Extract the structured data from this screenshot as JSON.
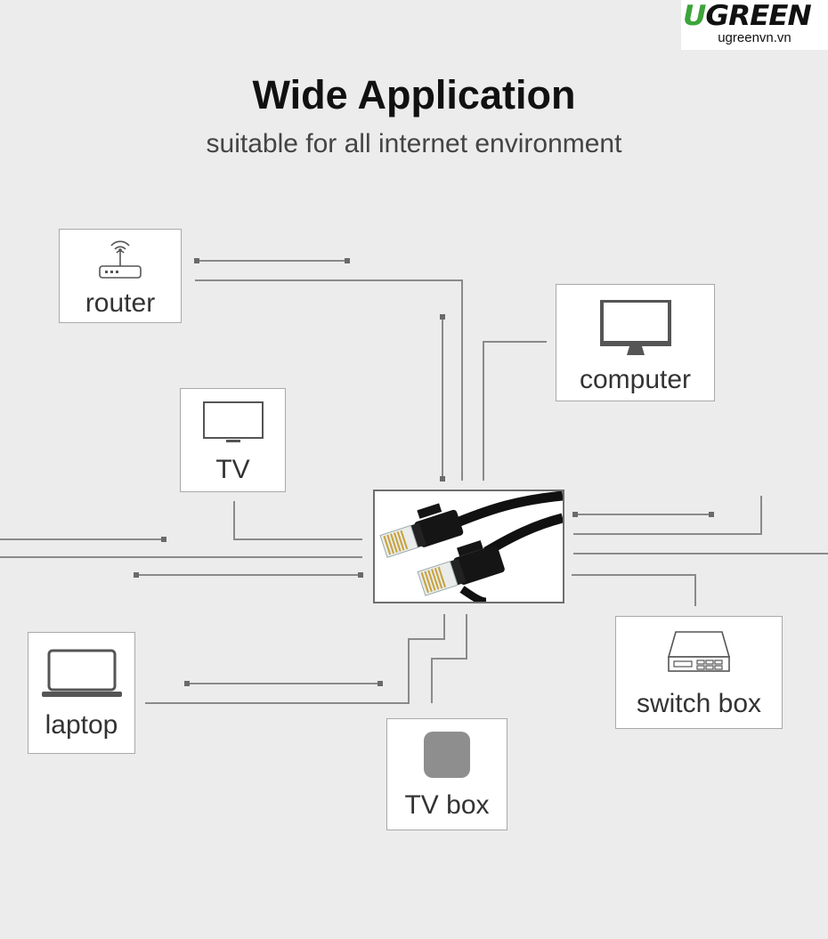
{
  "brand": {
    "logo_text": "UGREEN",
    "logo_accent_letter": "U",
    "logo_rest": "GREEN",
    "site": "ugreenvn.vn",
    "accent_color": "#3ca43a"
  },
  "header": {
    "title": "Wide Application",
    "subtitle": "suitable for all internet environment"
  },
  "devices": {
    "router": {
      "label": "router",
      "icon": "router-icon"
    },
    "computer": {
      "label": "computer",
      "icon": "monitor-icon"
    },
    "tv": {
      "label": "TV",
      "icon": "tv-icon"
    },
    "laptop": {
      "label": "laptop",
      "icon": "laptop-icon"
    },
    "tv_box": {
      "label": "TV box",
      "icon": "tv-box-icon"
    },
    "switch_box": {
      "label": "switch box",
      "icon": "switch-icon"
    }
  },
  "center": {
    "icon": "ethernet-cable-icon"
  },
  "colors": {
    "background": "#ececec",
    "line": "#8a8a8a",
    "box_border": "#a9a9a9"
  }
}
